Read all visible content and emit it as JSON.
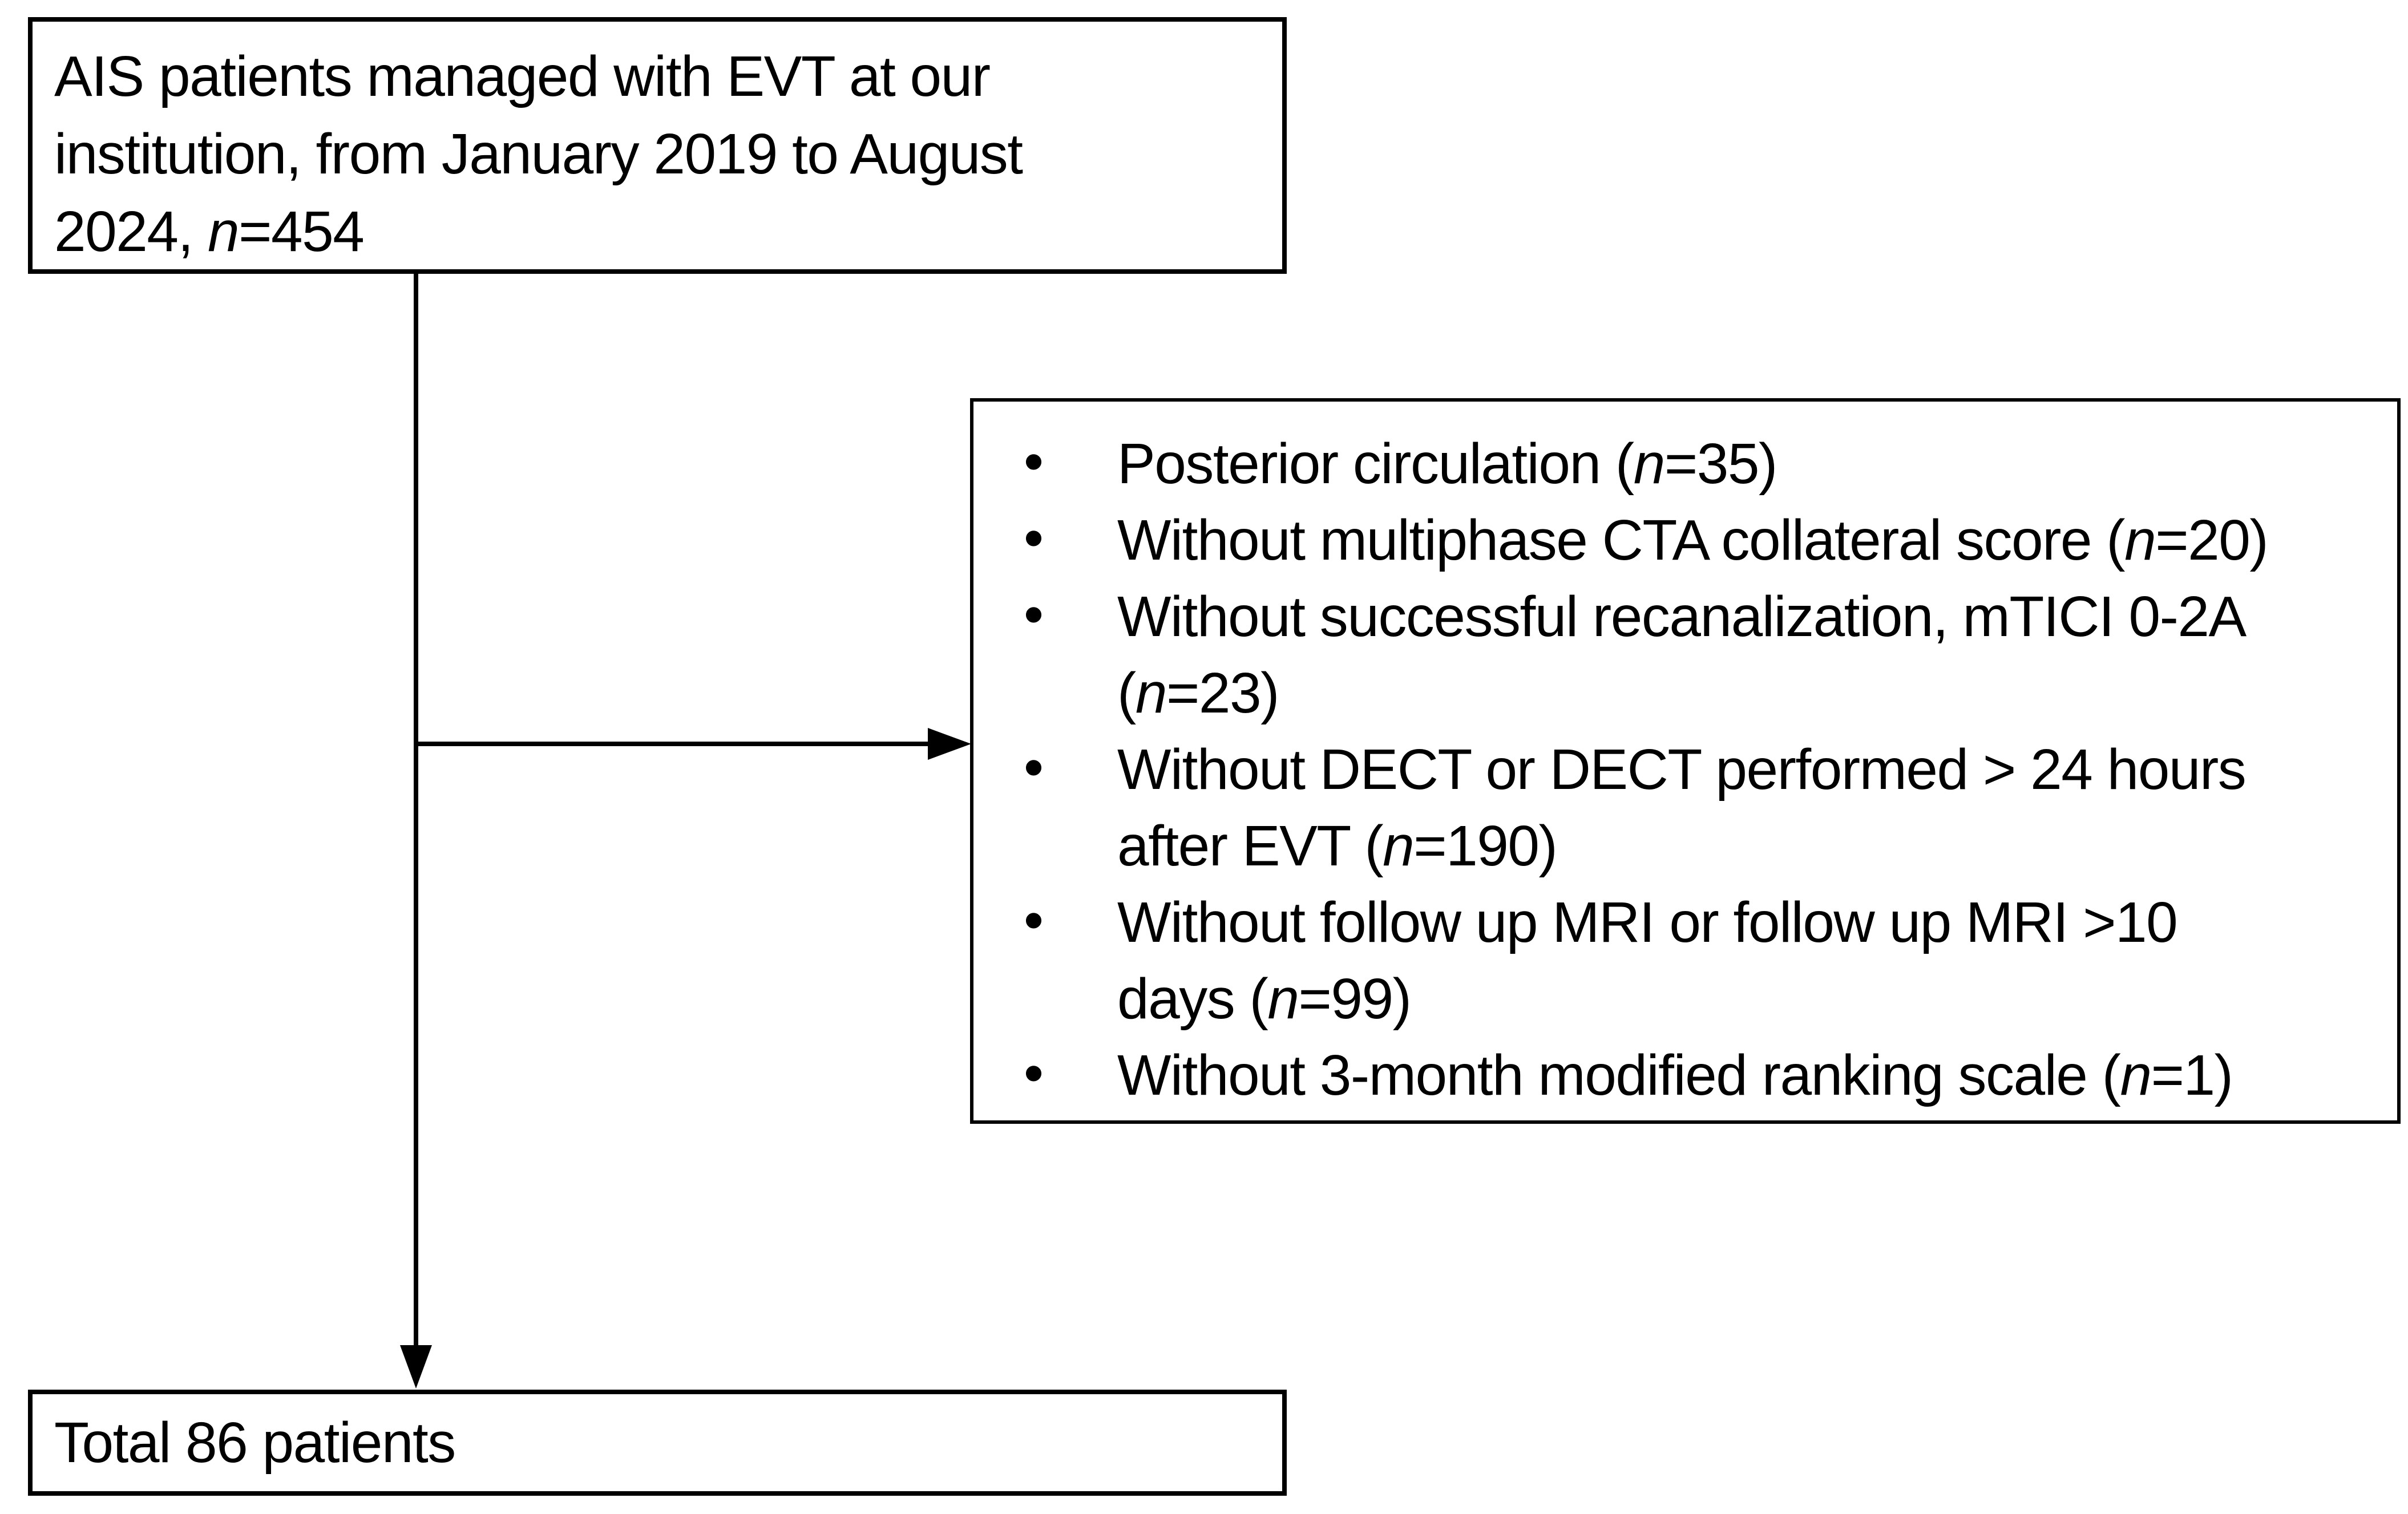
{
  "colors": {
    "foreground": "#000000",
    "background": "#ffffff"
  },
  "top_box": {
    "lines": [
      {
        "pre": "AIS patients managed with EVT at our",
        "n": "",
        "post": ""
      },
      {
        "pre": "institution, from January 2019 to August",
        "n": "",
        "post": ""
      },
      {
        "pre": "2024, ",
        "n": "n",
        "post": "=454"
      }
    ]
  },
  "exclusions": {
    "bullet_char": "•",
    "items": [
      {
        "lines": [
          {
            "pre": "Posterior circulation (",
            "n": "n",
            "post": "=35)"
          }
        ]
      },
      {
        "lines": [
          {
            "pre": "Without multiphase CTA collateral score (",
            "n": "n",
            "post": "=20)"
          }
        ]
      },
      {
        "lines": [
          {
            "pre": "Without successful recanalization, mTICI 0-2A",
            "n": "",
            "post": ""
          },
          {
            "pre": "(",
            "n": "n",
            "post": "=23)"
          }
        ]
      },
      {
        "lines": [
          {
            "pre": "Without DECT or DECT performed > 24 hours",
            "n": "",
            "post": ""
          },
          {
            "pre": "after EVT (",
            "n": "n",
            "post": "=190)"
          }
        ]
      },
      {
        "lines": [
          {
            "pre": "Without follow up MRI or follow up MRI >10",
            "n": "",
            "post": ""
          },
          {
            "pre": "days (",
            "n": "n",
            "post": "=99)"
          }
        ]
      },
      {
        "lines": [
          {
            "pre": "Without 3-month modified ranking scale (",
            "n": "n",
            "post": "=1)"
          }
        ]
      }
    ]
  },
  "total_box": {
    "text": "Total 86 patients"
  }
}
